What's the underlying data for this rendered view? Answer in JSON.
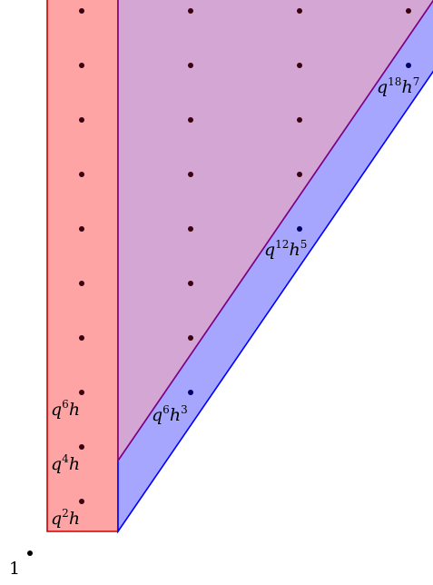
{
  "colors": {
    "red_fill": "#ffa4a4",
    "red_stroke": "#cc0000",
    "purple_fill": "#d4a6d4",
    "purple_stroke": "#800080",
    "blue_fill": "#a6a6ff",
    "blue_stroke": "#0000ff",
    "dot_dark": "#3a0010",
    "dot_blue": "#000066",
    "text": "#000000"
  },
  "labels": {
    "origin": {
      "base": "1"
    },
    "q2h": {
      "q": "q",
      "qexp": "2",
      "h": "h",
      "hexp": ""
    },
    "q4h": {
      "q": "q",
      "qexp": "4",
      "h": "h",
      "hexp": ""
    },
    "q6h": {
      "q": "q",
      "qexp": "6",
      "h": "h",
      "hexp": ""
    },
    "q6h3": {
      "q": "q",
      "qexp": "6",
      "h": "h",
      "hexp": "3"
    },
    "q12h5": {
      "q": "q",
      "qexp": "12",
      "h": "h",
      "hexp": "5"
    },
    "q18h7": {
      "q": "q",
      "qexp": "18",
      "h": "h",
      "hexp": "7"
    }
  }
}
